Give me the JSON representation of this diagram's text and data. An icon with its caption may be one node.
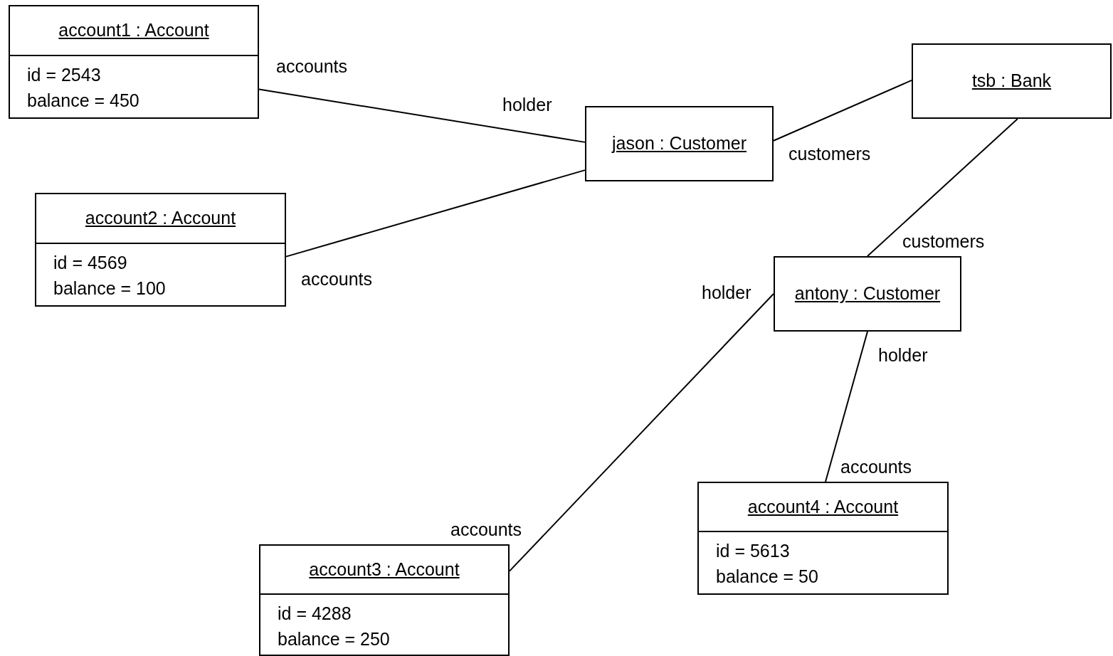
{
  "diagram": {
    "nodes": [
      {
        "text": [
          "account1 : Account",
          "id = 2543",
          "balance = 450"
        ]
      },
      {
        "text": [
          "jason : Customer"
        ]
      },
      {
        "text": [
          "tsb : Bank"
        ]
      },
      {
        "text": [
          "account2 : Account",
          "id = 4569",
          "balance = 100"
        ]
      },
      {
        "text": [
          "antony : Customer"
        ]
      },
      {
        "text": [
          "account4 : Account",
          "id = 5613",
          "balance = 50"
        ]
      },
      {
        "text": [
          "account3 : Account",
          "id = 4288",
          "balance = 250"
        ]
      }
    ],
    "edges": [
      {
        "from": 0,
        "to": 1,
        "arrow": "none"
      },
      {
        "from": 3,
        "to": 1,
        "arrow": "none"
      },
      {
        "from": 1,
        "to": 2,
        "arrow": "none"
      },
      {
        "from": 2,
        "to": 4,
        "arrow": "none"
      },
      {
        "from": 4,
        "to": 6,
        "arrow": "none"
      },
      {
        "from": 4,
        "to": 5,
        "arrow": "none"
      }
    ],
    "labels": [
      "accounts",
      "holder",
      "customers",
      "accounts",
      "customers",
      "holder",
      "holder",
      "accounts",
      "accounts"
    ]
  }
}
